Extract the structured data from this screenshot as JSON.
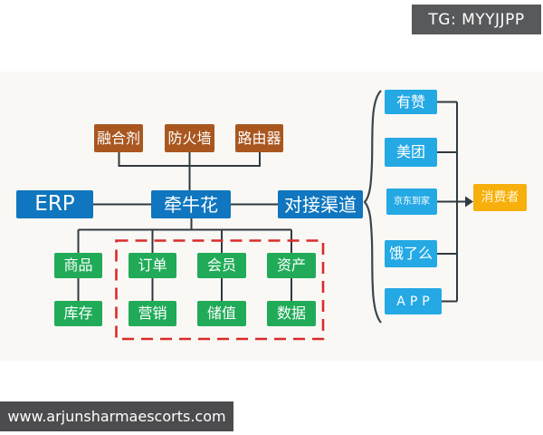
{
  "badges": {
    "telegram": "TG: MYYJJPP",
    "website": "www.arjunsharmaescorts.com"
  },
  "diagram": {
    "infrastructure": [
      {
        "label": "融合剂"
      },
      {
        "label": "防火墙"
      },
      {
        "label": "路由器"
      }
    ],
    "core": [
      {
        "label": "ERP"
      },
      {
        "label": "牵牛花"
      },
      {
        "label": "对接渠道"
      }
    ],
    "modules": {
      "top": [
        {
          "label": "商品"
        },
        {
          "label": "订单"
        },
        {
          "label": "会员"
        },
        {
          "label": "资产"
        }
      ],
      "bottom": [
        {
          "label": "库存"
        },
        {
          "label": "营销"
        },
        {
          "label": "储值"
        },
        {
          "label": "数据"
        }
      ]
    },
    "channels": [
      {
        "label": "有赞"
      },
      {
        "label": "美团"
      },
      {
        "label": "京东到家"
      },
      {
        "label": "饿了么"
      },
      {
        "label": "APP"
      }
    ],
    "consumer": {
      "label": "消费者"
    }
  },
  "colors": {
    "core_blue": "#0f76bf",
    "channel_blue": "#24a9e4",
    "module_green": "#21ab58",
    "infra_brown": "#a9571f",
    "consumer_amber": "#f7af0c",
    "highlight_red": "#d92b2b",
    "connector_dark": "#2f3a40",
    "badge_gray": "#58595b"
  }
}
